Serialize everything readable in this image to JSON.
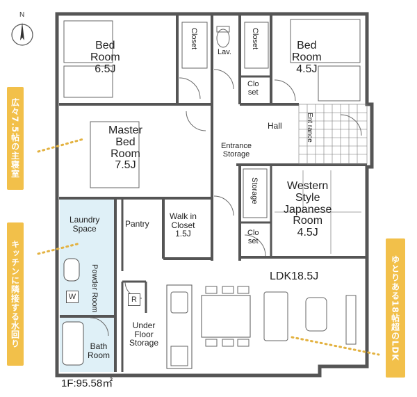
{
  "compass": {
    "label": "N"
  },
  "rooms": {
    "bed1": {
      "name": "Bed\nRoom",
      "size": "6.5J"
    },
    "bed2": {
      "name": "Bed\nRoom",
      "size": "4.5J"
    },
    "master": {
      "name": "Master\nBed\nRoom",
      "size": "7.5J"
    },
    "western": {
      "name": "Western\nStyle\nJapanese\nRoom",
      "size": "4.5J"
    },
    "ldk": {
      "name": "LDK18.5J"
    },
    "walkin": {
      "name": "Walk in\nCloset",
      "size": "1.5J"
    },
    "laundry": {
      "name": "Laundry\nSpace"
    },
    "pantry": {
      "name": "Pantry"
    },
    "powder": {
      "name": "Powder\nRoom"
    },
    "bath": {
      "name": "Bath\nRoom"
    },
    "underfloor": {
      "name": "Under\nFloor\nStorage"
    },
    "hall": {
      "name": "Hall"
    },
    "entrance_storage": {
      "name": "Entrance\nStorage"
    },
    "lav": {
      "name": "Lav."
    },
    "closet1": {
      "name": "Closet"
    },
    "closet2": {
      "name": "Closet"
    },
    "closet3": {
      "name": "Clo\nset"
    },
    "closet4": {
      "name": "Clo\nset"
    },
    "storage": {
      "name": "Storage"
    },
    "entrance": {
      "name": "Ent\nrance"
    }
  },
  "fixtures": {
    "washer": "W",
    "fridge": "R"
  },
  "annotations": {
    "left_top": "広々7.5帖の主寝室",
    "left_bottom": "キッチンに隣接する水回り",
    "right": "ゆとりある18帖超のLDK"
  },
  "footer": {
    "area": "1F:95.58㎡"
  }
}
